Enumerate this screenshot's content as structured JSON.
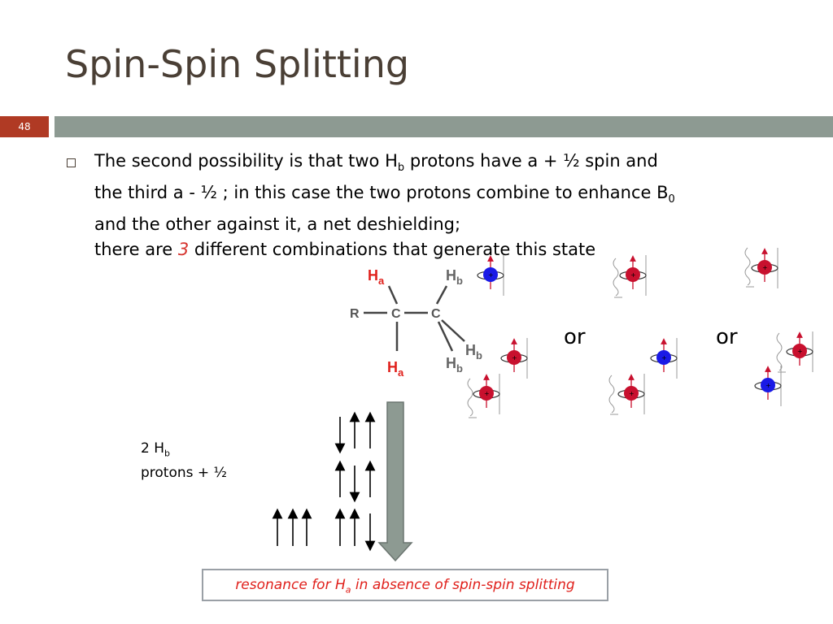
{
  "slide": {
    "title": "Spin-Spin Splitting",
    "number": "48"
  },
  "body": {
    "line1_a": "The second possibility is that two H",
    "line1_sub": "b",
    "line1_b": " protons have a + ½ spin and",
    "line2_a": "the third a  - ½ ; in this case the two protons combine to enhance B",
    "line2_sub": "0",
    "line3": "and the other against it, a net deshielding;",
    "line4_a": "there are ",
    "line4_num": "3",
    "line4_b": " different combinations that generate this state"
  },
  "molecule": {
    "ha": "H",
    "ha_sub": "a",
    "hb": "H",
    "hb_sub": "b",
    "r": "R",
    "c": "C"
  },
  "or_label": "or",
  "label_2hb": {
    "a": "2 H",
    "sub": "b",
    "b": "protons + ½"
  },
  "resonance": {
    "a": "resonance for H",
    "sub": "a",
    "b": " in absence of spin-spin splitting"
  },
  "colors": {
    "title": "#4a3f35",
    "accent_red": "#b03a24",
    "rule": "#8d9a92",
    "spin_red": "#c8102e",
    "spin_blue": "#1a1ae6",
    "arrow_fill": "#8d9a92"
  }
}
